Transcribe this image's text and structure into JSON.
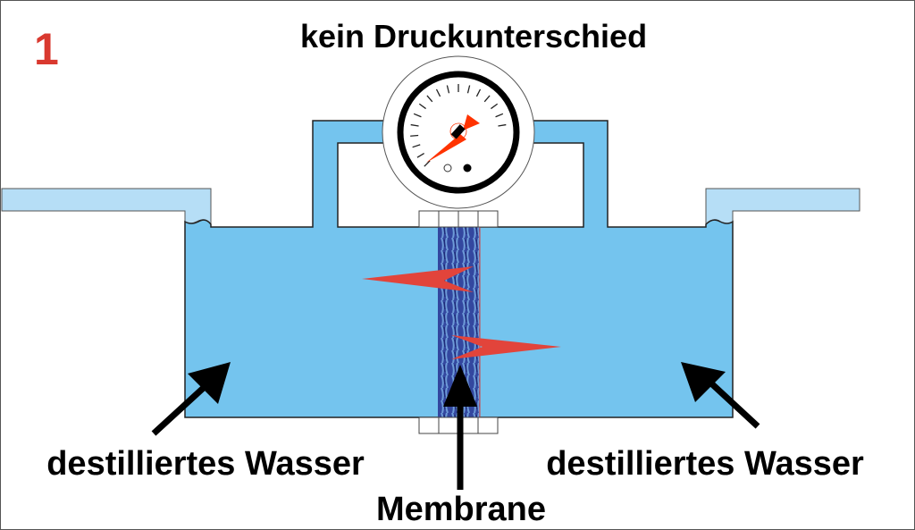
{
  "figure_number": "1",
  "title": "kein Druckunterschied",
  "labels": {
    "left_water": "destilliertes Wasser",
    "right_water": "destilliertes Wasser",
    "membrane": "Membrane"
  },
  "colors": {
    "water": "#74c4ee",
    "water_light": "#b6def6",
    "figure_number": "#d9392f",
    "red_arrow": "#e2443b",
    "needle": "#ff3300",
    "membrane": "#2f3f9a"
  }
}
